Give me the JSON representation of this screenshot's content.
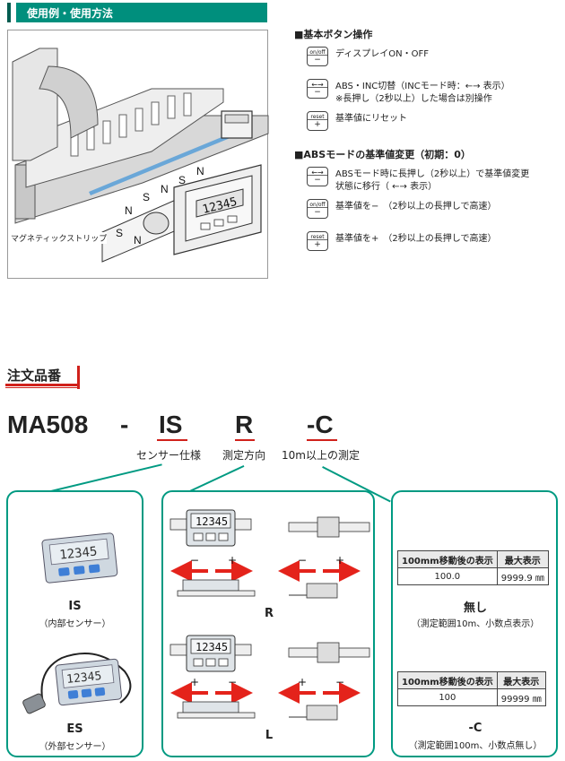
{
  "section": {
    "title": "使用例・使用方法"
  },
  "illustration": {
    "strip_label": "マグネティックストリップ",
    "poles": [
      "N",
      "S",
      "N",
      "S",
      "N",
      "S",
      "N"
    ],
    "device_display": "12345"
  },
  "basic_ops": {
    "heading": "■基本ボタン操作",
    "items": [
      {
        "key_top": "on/off",
        "key_bottom": "−",
        "text": "ディスプレイON・OFF",
        "text2": ""
      },
      {
        "key_top": "←→",
        "key_bottom": "−",
        "text": "ABS・INC切替（INCモード時：←→ 表示）",
        "text2": "※長押し（2秒以上）した場合は別操作"
      },
      {
        "key_top": "reset",
        "key_bottom": "+",
        "text": "基準値にリセット",
        "text2": ""
      }
    ]
  },
  "abs_ops": {
    "heading": "■ABSモードの基準値変更（初期：0）",
    "items": [
      {
        "key_top": "←→",
        "key_bottom": "−",
        "text": "ABSモード時に長押し（2秒以上）で基準値変更",
        "text2": "状態に移行（ ←→ 表示）"
      },
      {
        "key_top": "on/off",
        "key_bottom": "−",
        "text": "基準値を−　（2秒以上の長押しで高速）",
        "text2": ""
      },
      {
        "key_top": "reset",
        "key_bottom": "+",
        "text": "基準値を+　（2秒以上の長押しで高速）",
        "text2": ""
      }
    ]
  },
  "order": {
    "title": "注文品番",
    "model": "MA508",
    "dash": "-",
    "parts": [
      {
        "code": "IS",
        "label": "センサー仕様"
      },
      {
        "code": "R",
        "label": "測定方向"
      },
      {
        "code": "-C",
        "label": "10m以上の測定"
      }
    ]
  },
  "sensor_panel": {
    "options": [
      {
        "code": "IS",
        "desc": "（内部センサー）"
      },
      {
        "code": "ES",
        "desc": "（外部センサー）"
      }
    ],
    "display_value": "12345"
  },
  "direction_panel": {
    "display_value": "12345",
    "options": [
      {
        "code": "R",
        "left_signs": [
          "−",
          "+"
        ],
        "right_signs": [
          "−",
          "+"
        ]
      },
      {
        "code": "L",
        "left_signs": [
          "+",
          "−"
        ],
        "right_signs": [
          "+",
          "−"
        ]
      }
    ]
  },
  "range_panel": {
    "col_headers": [
      "100mm移動後の表示",
      "最大表示"
    ],
    "options": [
      {
        "display": "100.0",
        "max": "9999.9 ㎜",
        "name": "無し",
        "note": "（測定範囲10m、小数点表示）"
      },
      {
        "display": "100",
        "max": "99999 ㎜",
        "name": "-C",
        "note": "（測定範囲100m、小数点無し）"
      }
    ]
  },
  "colors": {
    "accent_red": "#d0211b",
    "panel_green": "#009a82",
    "header_green": "#008f7d"
  }
}
